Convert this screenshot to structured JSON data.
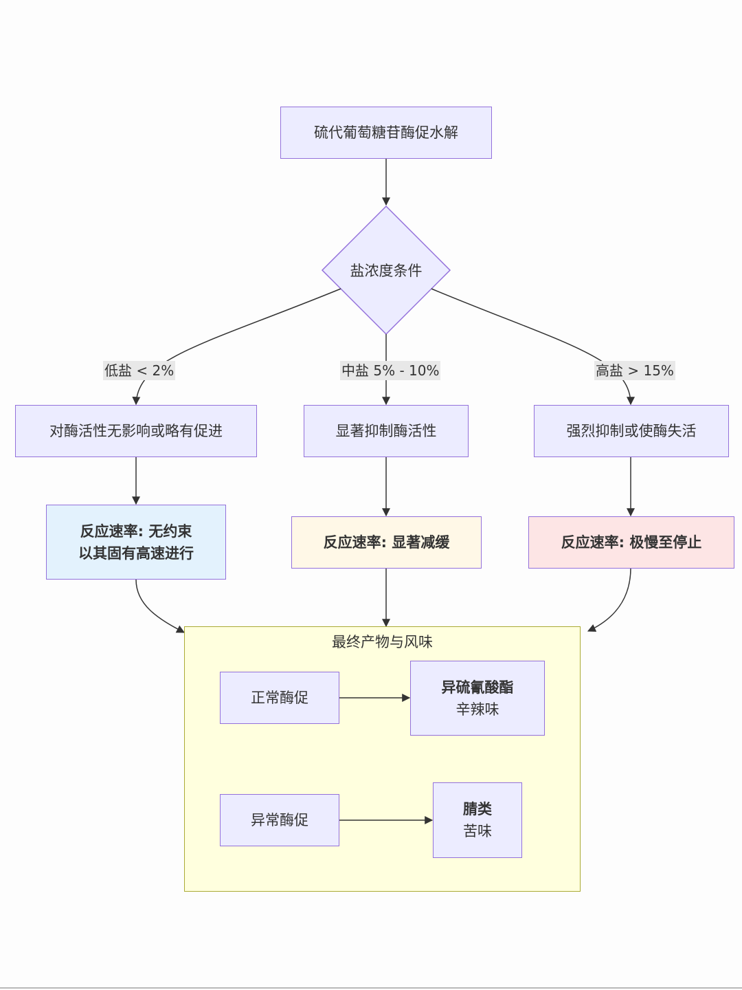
{
  "diagram": {
    "type": "flowchart",
    "colors": {
      "node_fill": "#ececff",
      "node_border": "#9370db",
      "edge": "#333333",
      "edge_label_bg": "#e8e8e8",
      "cluster_fill": "#ffffde",
      "cluster_border": "#aaaa33",
      "rate_free_fill": "#e3f2fd",
      "rate_slow_fill": "#fff8e7",
      "rate_stop_fill": "#fde5e5"
    },
    "nodes": {
      "start": {
        "label": "硫代葡萄糖苷酶促水解"
      },
      "decision": {
        "label": "盐浓度条件"
      },
      "effect_low": {
        "label": "对酶活性无影响或略有促进"
      },
      "effect_mid": {
        "label": "显著抑制酶活性"
      },
      "effect_high": {
        "label": "强烈抑制或使酶失活"
      },
      "rate_low": {
        "line1": "反应速率: 无约束",
        "line2": "以其固有高速进行"
      },
      "rate_mid": {
        "label": "反应速率: 显著减缓"
      },
      "rate_high": {
        "label": "反应速率: 极慢至停止"
      },
      "normal": {
        "label": "正常酶促"
      },
      "isothiocyanate": {
        "title": "异硫氰酸酯",
        "subtitle": "辛辣味"
      },
      "abnormal": {
        "label": "异常酶促"
      },
      "nitrile": {
        "title": "腈类",
        "subtitle": "苦味"
      }
    },
    "edge_labels": {
      "low": "低盐 < 2%",
      "mid": "中盐 5% - 10%",
      "high": "高盐 > 15%"
    },
    "cluster": {
      "title": "最终产物与风味"
    },
    "edges": [
      {
        "from": "start",
        "to": "decision"
      },
      {
        "from": "decision",
        "to": "effect_low",
        "label": "低盐 < 2%"
      },
      {
        "from": "decision",
        "to": "effect_mid",
        "label": "中盐 5% - 10%"
      },
      {
        "from": "decision",
        "to": "effect_high",
        "label": "高盐 > 15%"
      },
      {
        "from": "effect_low",
        "to": "rate_low"
      },
      {
        "from": "effect_mid",
        "to": "rate_mid"
      },
      {
        "from": "effect_high",
        "to": "rate_high"
      },
      {
        "from": "rate_low",
        "to": "cluster"
      },
      {
        "from": "rate_mid",
        "to": "cluster"
      },
      {
        "from": "rate_high",
        "to": "cluster"
      },
      {
        "from": "normal",
        "to": "isothiocyanate"
      },
      {
        "from": "abnormal",
        "to": "nitrile"
      }
    ]
  }
}
